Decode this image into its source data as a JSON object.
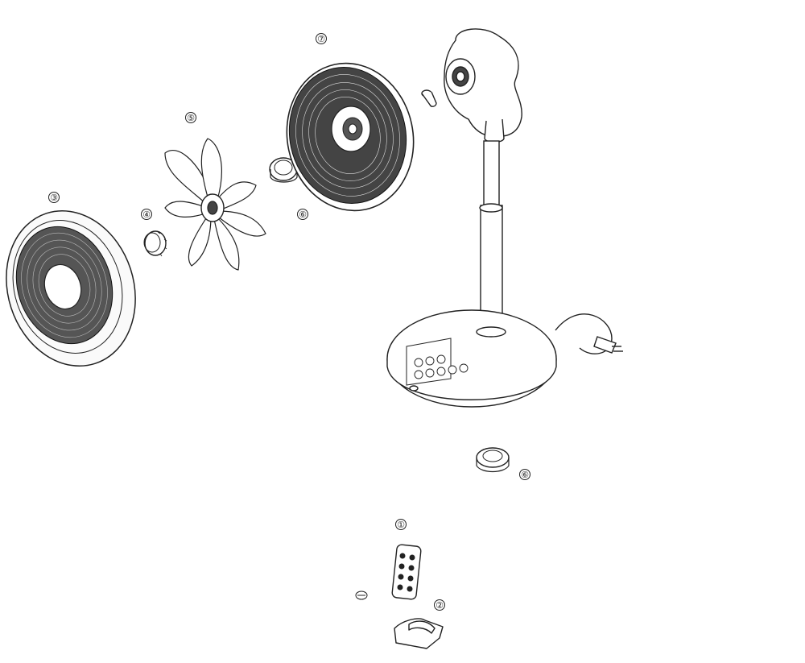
{
  "diagram": {
    "parts": [
      {
        "id": "remote",
        "label": "①"
      },
      {
        "id": "remote-holder",
        "label": "②"
      },
      {
        "id": "front-guard",
        "label": "③"
      },
      {
        "id": "spinner-cap",
        "label": "④"
      },
      {
        "id": "fan-blade",
        "label": "⑤"
      },
      {
        "id": "guard-nut-front",
        "label": "⑥"
      },
      {
        "id": "rear-guard",
        "label": "⑦"
      },
      {
        "id": "spare-nut",
        "label": "⑥"
      }
    ]
  },
  "colors": {
    "line": "#222222",
    "background": "#ffffff"
  }
}
